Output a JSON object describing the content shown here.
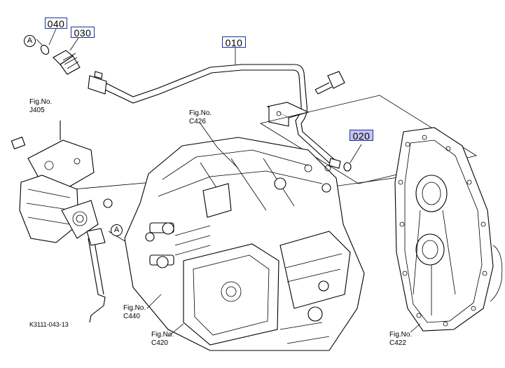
{
  "callouts": {
    "c040": "040",
    "c030": "030",
    "c010": "010",
    "c020": "020"
  },
  "figrefs": {
    "j405": {
      "line1": "Fig.No.",
      "line2": "J405"
    },
    "c426": {
      "line1": "Fig.No.",
      "line2": "C426"
    },
    "c440": {
      "line1": "Fig.No.",
      "line2": "C440"
    },
    "c420": {
      "line1": "Fig.No.",
      "line2": "C420"
    },
    "c422": {
      "line1": "Fig.No.",
      "line2": "C422"
    }
  },
  "markers": {
    "a_top": "A",
    "a_mid": "A"
  },
  "doc_id": "K3111-043-13",
  "colors": {
    "callout_border": "#1c2f9a",
    "highlight": "#c7c4f3",
    "line": "#000000"
  }
}
